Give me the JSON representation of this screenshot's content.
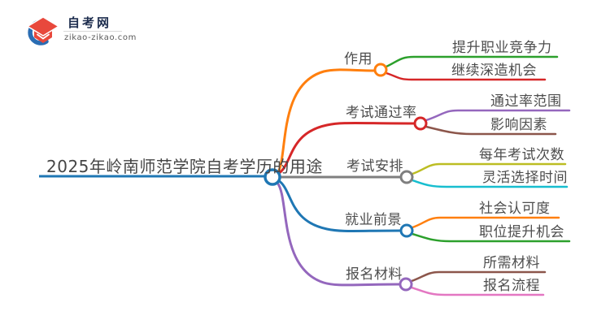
{
  "logo": {
    "site_name": "自考网",
    "site_url": "zikao-zikao.com",
    "brand_blue": "#2a6db3",
    "brand_red": "#e8483c"
  },
  "root": {
    "label": "2025年岭南师范学院自考学历的用途",
    "color": "#1f77b4"
  },
  "palette": {
    "blue": "#1f77b4",
    "orange": "#ff7f0e",
    "green": "#2ca02c",
    "red": "#d62728",
    "purple": "#9467bd",
    "brown": "#8c564b",
    "pink": "#e377c2",
    "gray": "#7f7f7f",
    "olive": "#bcbd22",
    "cyan": "#17becf"
  },
  "branches": [
    {
      "label": "作用",
      "color": "#ff7f0e",
      "children": [
        {
          "label": "提升职业竞争力",
          "color": "#2ca02c"
        },
        {
          "label": "继续深造机会",
          "color": "#d62728"
        }
      ]
    },
    {
      "label": "考试通过率",
      "color": "#d62728",
      "children": [
        {
          "label": "通过率范围",
          "color": "#9467bd"
        },
        {
          "label": "影响因素",
          "color": "#8c564b"
        }
      ]
    },
    {
      "label": "考试安排",
      "color": "#7f7f7f",
      "children": [
        {
          "label": "每年考试次数",
          "color": "#bcbd22"
        },
        {
          "label": "灵活选择时间",
          "color": "#17becf"
        }
      ]
    },
    {
      "label": "就业前景",
      "color": "#1f77b4",
      "children": [
        {
          "label": "社会认可度",
          "color": "#ff7f0e"
        },
        {
          "label": "职位提升机会",
          "color": "#2ca02c"
        }
      ]
    },
    {
      "label": "报名材料",
      "color": "#9467bd",
      "children": [
        {
          "label": "所需材料",
          "color": "#8c564b"
        },
        {
          "label": "报名流程",
          "color": "#e377c2"
        }
      ]
    }
  ]
}
